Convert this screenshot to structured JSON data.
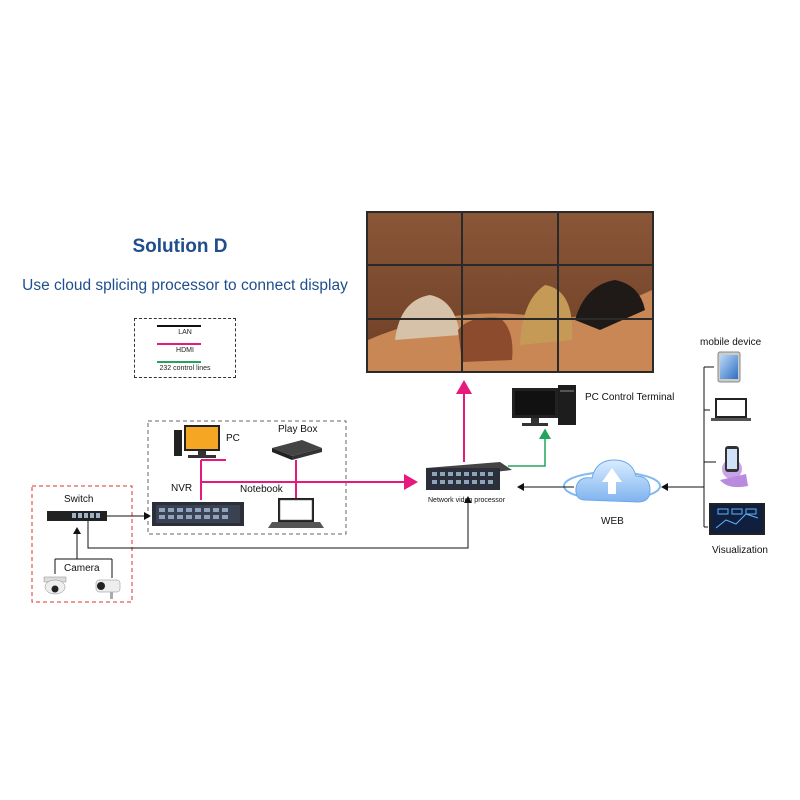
{
  "title": "Solution D",
  "subtitle": "Use cloud splicing processor to connect display",
  "legend": {
    "items": [
      {
        "label": "LAN",
        "color": "#111111"
      },
      {
        "label": "HDMI",
        "color": "#e6197d"
      },
      {
        "label": "232 control lines",
        "color": "#22a55b"
      }
    ]
  },
  "devices": {
    "pc": "PC",
    "play_box": "Play Box",
    "nvr": "NVR",
    "notebook": "Notebook",
    "switch": "Switch",
    "camera": "Camera",
    "processor": "Network video processor",
    "pc_control": "PC Control Terminal",
    "web": "WEB",
    "mobile_device": "mobile device",
    "visualization": "Visualization"
  },
  "colors": {
    "title": "#1f4e8c",
    "hdmi": "#e6197d",
    "lan": "#111111",
    "control": "#22a55b",
    "dashed_red": "#e03030"
  }
}
